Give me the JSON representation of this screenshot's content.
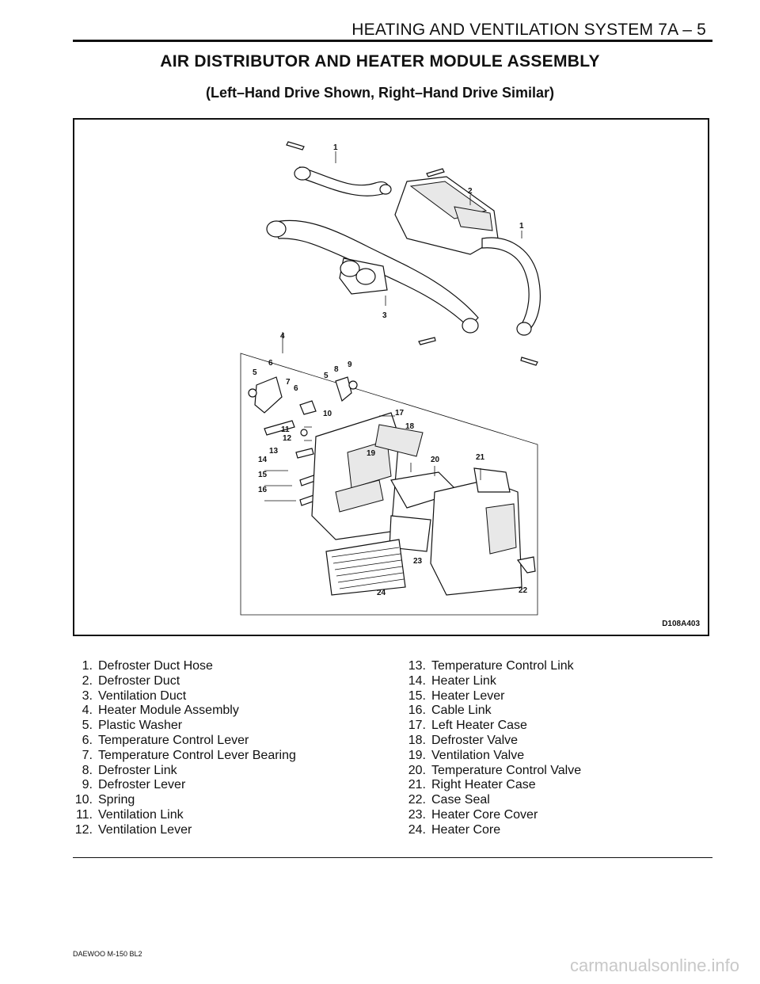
{
  "header": {
    "title": "HEATING AND VENTILATION SYSTEM 7A – 5"
  },
  "section": {
    "title": "AIR DISTRIBUTOR AND HEATER MODULE ASSEMBLY",
    "subtitle": "(Left–Hand Drive Shown, Right–Hand Drive Similar)"
  },
  "figure": {
    "code": "D108A403",
    "callouts": [
      "1",
      "2",
      "1",
      "3",
      "4",
      "5",
      "6",
      "7",
      "6",
      "5",
      "8",
      "9",
      "10",
      "17",
      "11",
      "18",
      "12",
      "13",
      "19",
      "20",
      "21",
      "14",
      "15",
      "16",
      "23",
      "24",
      "22"
    ]
  },
  "legend": {
    "left": [
      {
        "num": "1.",
        "text": "Defroster Duct Hose"
      },
      {
        "num": "2.",
        "text": "Defroster Duct"
      },
      {
        "num": "3.",
        "text": "Ventilation Duct"
      },
      {
        "num": "4.",
        "text": "Heater Module Assembly"
      },
      {
        "num": "5.",
        "text": "Plastic Washer"
      },
      {
        "num": "6.",
        "text": "Temperature Control Lever"
      },
      {
        "num": "7.",
        "text": "Temperature Control Lever Bearing"
      },
      {
        "num": "8.",
        "text": "Defroster Link"
      },
      {
        "num": "9.",
        "text": "Defroster Lever"
      },
      {
        "num": "10.",
        "text": "Spring"
      },
      {
        "num": "11.",
        "text": "Ventilation Link"
      },
      {
        "num": "12.",
        "text": "Ventilation Lever"
      }
    ],
    "right": [
      {
        "num": "13.",
        "text": "Temperature Control Link"
      },
      {
        "num": "14.",
        "text": "Heater Link"
      },
      {
        "num": "15.",
        "text": "Heater Lever"
      },
      {
        "num": "16.",
        "text": "Cable Link"
      },
      {
        "num": "17.",
        "text": "Left Heater Case"
      },
      {
        "num": "18.",
        "text": "Defroster Valve"
      },
      {
        "num": "19.",
        "text": "Ventilation Valve"
      },
      {
        "num": "20.",
        "text": "Temperature Control Valve"
      },
      {
        "num": "21.",
        "text": "Right Heater Case"
      },
      {
        "num": "22.",
        "text": "Case Seal"
      },
      {
        "num": "23.",
        "text": "Heater Core Cover"
      },
      {
        "num": "24.",
        "text": "Heater Core"
      }
    ]
  },
  "footer": {
    "code": "DAEWOO M-150 BL2"
  },
  "watermark": {
    "text": "carmanualsonline.info"
  }
}
